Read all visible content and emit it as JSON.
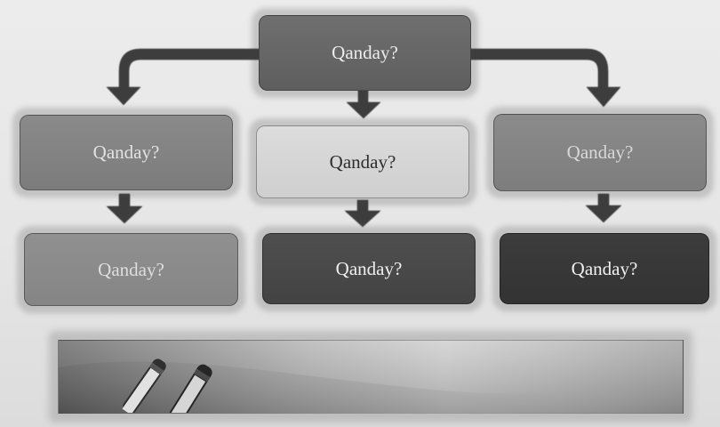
{
  "diagram": {
    "root": "Qanday?",
    "level2": {
      "left": "Qanday?",
      "middle": "Qanday?",
      "right": "Qanday?"
    },
    "level3": {
      "left": "Qanday?",
      "middle": "Qanday?",
      "right": "Qanday?"
    }
  }
}
